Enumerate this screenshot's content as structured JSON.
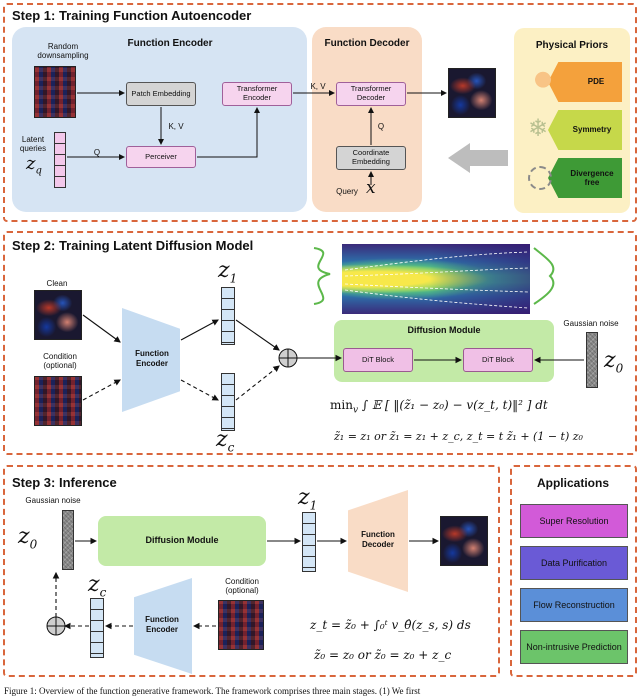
{
  "step1": {
    "title": "Step 1: Training Function Autoencoder",
    "encoder_title": "Function Encoder",
    "decoder_title": "Function Decoder",
    "random_downsampling": "Random downsampling",
    "patch_embedding": "Patch Embedding",
    "perceiver": "Perceiver",
    "transformer_encoder": "Transformer Encoder",
    "transformer_decoder": "Transformer Decoder",
    "coordinate_embedding": "Coordinate Embedding",
    "latent_queries": "Latent queries",
    "zq": "z",
    "zq_sub": "q",
    "q_label": "Q",
    "kv_label": "K, V",
    "kv_label2": "K, V",
    "q_label2": "Q",
    "query_label": "Query",
    "x_symbol": "x",
    "priors_title": "Physical Priors",
    "priors": [
      "PDE",
      "Symmetry",
      "Divergence free"
    ]
  },
  "step2": {
    "title": "Step 2: Training Latent Diffusion Model",
    "clean": "Clean",
    "condition": "Condition (optional)",
    "function_encoder": "Function Encoder",
    "diffusion_module": "Diffusion Module",
    "dit_block_1": "DiT Block",
    "dit_block_2": "DiT Block",
    "gaussian_noise": "Gaussian noise",
    "z1": "z",
    "z1_sub": "1",
    "zc": "z",
    "zc_sub": "c",
    "z0": "z",
    "z0_sub": "0",
    "loss": "min_v ∫₀¹ 𝔼[‖(z̃₁ − z₀) − v(z_t, t)‖²] dt",
    "loss_min": "min",
    "loss_v": "v",
    "loss_body": "∫ 𝔼 [ ‖(z̃₁ − z₀) − v(z_t, t)‖² ] dt",
    "eq2": "z̃₁ = z₁ or z̃₁ = z₁ + z_c,    z_t = t z̃₁ + (1 − t) z₀"
  },
  "step3": {
    "title": "Step 3: Inference",
    "gaussian_noise": "Gaussian noise",
    "diffusion_module": "Diffusion Module",
    "function_decoder": "Function Decoder",
    "function_encoder": "Function Encoder",
    "condition": "Condition (optional)",
    "z0": "z",
    "z0_sub": "0",
    "z1": "z",
    "z1_sub": "1",
    "zc": "z",
    "zc_sub": "c",
    "eq1": "z_t = z̃₀ + ∫₀ᵗ v_θ̂(z_s, s) ds",
    "eq2": "z̃₀ = z₀ or z̃₀ = z₀ + z_c"
  },
  "applications": {
    "title": "Applications",
    "items": [
      {
        "label": "Super Resolution",
        "color": "#d25ad8"
      },
      {
        "label": "Data Purification",
        "color": "#6a5ad6"
      },
      {
        "label": "Flow Reconstruction",
        "color": "#5b8fd8"
      },
      {
        "label": "Non-intrusive Prediction",
        "color": "#6cc46a"
      }
    ]
  },
  "caption": "Figure 1: Overview of the function generative framework. The framework comprises three main stages. (1) We first"
}
